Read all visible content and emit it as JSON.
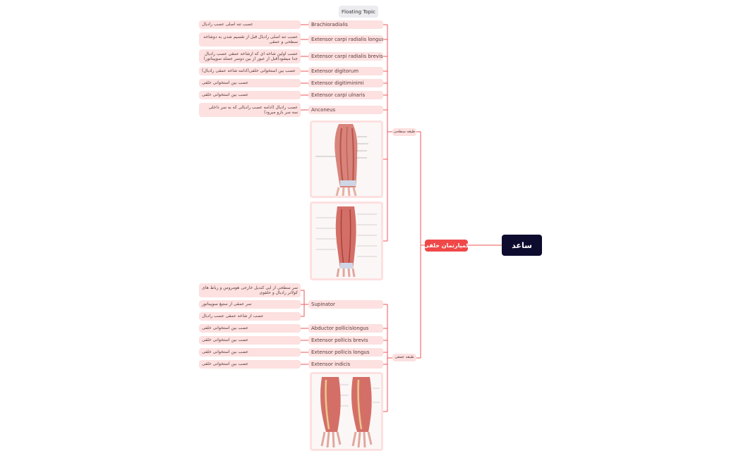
{
  "floating_topic": "Floating Topic",
  "root": "ساعد",
  "center": "کمپارتمان خلفی",
  "groups": {
    "superficial": "طبقه سطحی",
    "deep": "طبقه عمقی"
  },
  "superficial_muscles": [
    {
      "name": "Brachioradialis",
      "nerve": [
        "عصب تنه اصلی عصب رادیال"
      ]
    },
    {
      "name": "Extensor carpi radialis longus",
      "nerve": [
        "عصب تنه اصلی رادیال قبل از تقسیم شدن به دوشاخه سطحی و عمقی"
      ]
    },
    {
      "name": "Extensor carpi radialis brevis",
      "nerve": [
        "عصب اولین شاخه ای که ازشاخه عمقی عصب رادیال جدا میشود(قبل از عبور از بین دوسر عضله سوپیناتور)"
      ]
    },
    {
      "name": "Extensor digitorum",
      "nerve": [
        "عصب بین استخوانی خلفی(ادامه شاخه عمقی رادیال)"
      ]
    },
    {
      "name": "Extensor digitiminimi",
      "nerve": [
        "عصب بین استخوانی خلفی"
      ]
    },
    {
      "name": "Extensor carpi ulnaris",
      "nerve": [
        "عصب بین استخوانی خلفی"
      ]
    },
    {
      "name": "Anconeus",
      "nerve": [
        "عصب رادیال (ادامه عصب رادیالی که به سر داخلی سه سر بازو میرود)"
      ]
    }
  ],
  "deep_muscles": [
    {
      "name": "Supinator",
      "nerve": [
        "سر سطحی از اپی کندیل خارجی هومروس و رباط های کولاتر رادیال و حلقوی",
        "سر عمقی از ستیغ سوپیناتور",
        "عصب از شاخه عمقی عصب رادیال"
      ]
    },
    {
      "name": "Abductor pollicislongus",
      "nerve": [
        "عصب بین استخوانی خلفی"
      ]
    },
    {
      "name": "Extensor pollicis brevis",
      "nerve": [
        "عصب بین استخوانی خلفی"
      ]
    },
    {
      "name": "Extensor pollicis longus",
      "nerve": [
        "عصب بین استخوانی خلفی"
      ]
    },
    {
      "name": "Extensor indicis",
      "nerve": [
        "عصب بین استخوانی خلفی"
      ]
    }
  ],
  "colors": {
    "node_fill": "#fde0e0",
    "link": "#ef5555",
    "center": "#f04848",
    "root": "#0d0b2e"
  },
  "images": [
    {
      "name": "forearm-superficial-illustration"
    },
    {
      "name": "forearm-posterior-illustration"
    },
    {
      "name": "forearm-deep-illustration"
    }
  ]
}
